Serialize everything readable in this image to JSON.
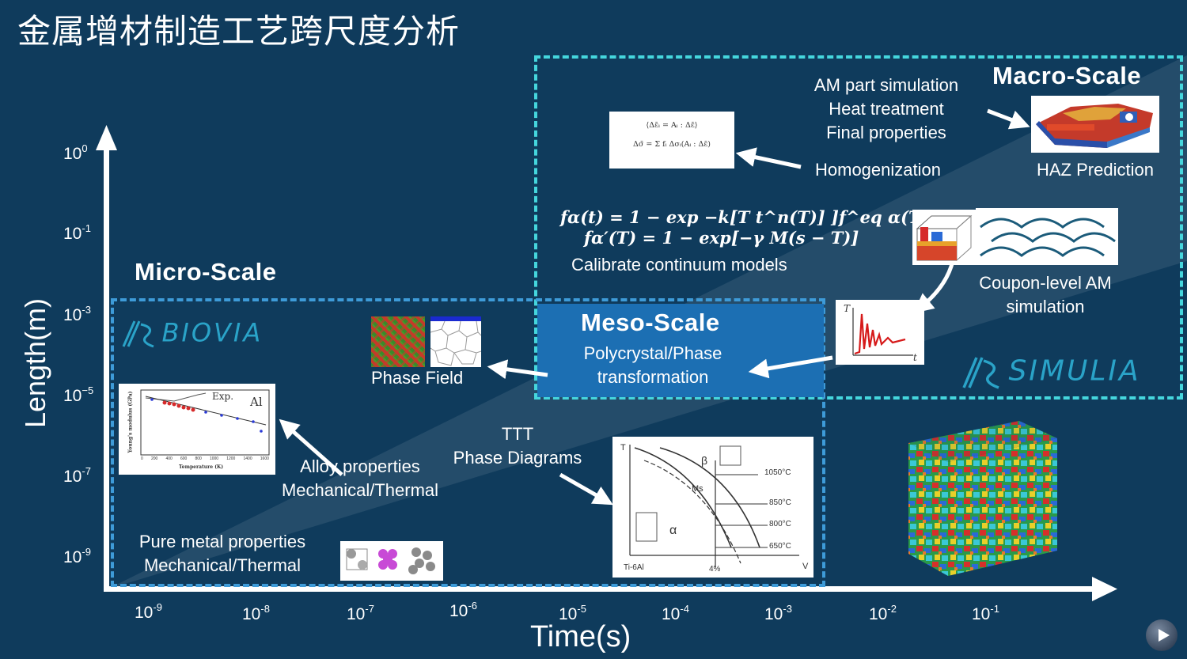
{
  "title": "金属增材制造工艺跨尺度分析",
  "axes": {
    "y_label": "Length(m)",
    "x_label": "Time(s)",
    "y_ticks": [
      {
        "base": "10",
        "exp": "0"
      },
      {
        "base": "10",
        "exp": "-1"
      },
      {
        "base": "10",
        "exp": "-3"
      },
      {
        "base": "10",
        "exp": "−5"
      },
      {
        "base": "10",
        "exp": "-7"
      },
      {
        "base": "10",
        "exp": "-9"
      }
    ],
    "x_ticks": [
      {
        "base": "10",
        "exp": "-9"
      },
      {
        "base": "10",
        "exp": "-8"
      },
      {
        "base": "10",
        "exp": "-7"
      },
      {
        "base": "10",
        "exp": "-6"
      },
      {
        "base": "10",
        "exp": "-5"
      },
      {
        "base": "10",
        "exp": "-4"
      },
      {
        "base": "10",
        "exp": "-3"
      },
      {
        "base": "10",
        "exp": "-2"
      },
      {
        "base": "10",
        "exp": "-1"
      }
    ]
  },
  "scales": {
    "macro": "Macro-Scale",
    "micro": "Micro-Scale",
    "meso": "Meso-Scale"
  },
  "brands": {
    "biovia": "BIOVIA",
    "simulia": "SIMULIA"
  },
  "labels": {
    "am_part_line1": "AM part simulation",
    "am_part_line2": "Heat treatment",
    "am_part_line3": "Final properties",
    "homogenization": "Homogenization",
    "haz_prediction": "HAZ Prediction",
    "calibrate": "Calibrate continuum models",
    "coupon_line1": "Coupon-level AM",
    "coupon_line2": "simulation",
    "meso_line1": "Polycrystal/Phase",
    "meso_line2": "transformation",
    "phase_field": "Phase Field",
    "ttt_line1": "TTT",
    "ttt_line2": "Phase Diagrams",
    "alloy_line1": "Alloy properties",
    "alloy_line2": "Mechanical/Thermal",
    "pure_line1": "Pure metal properties",
    "pure_line2": "Mechanical/Thermal"
  },
  "formulas": {
    "homog_line1": "⟨Δε̄ᵢ = Aᵢ : Δε̄⟩",
    "homog_line2": "Δσ̄ = Σ fᵢ Δσᵢ(Aᵢ : Δε̄)",
    "kjma_line1": "fα(t) = 1 − exp −k[T t^n(T)] ]f^eq α(T)",
    "kjma_line2": "fα′(T) = 1 − exp[−γ M(s − T)]"
  },
  "alloy_chart": {
    "legend_exp": "Exp.",
    "element": "Al",
    "xlabel": "Temperature (K)",
    "ylabel": "Young's modulus (GPa)",
    "x_ticks": [
      "0",
      "200",
      "400",
      "600",
      "800",
      "1000",
      "1200",
      "1400",
      "1600"
    ]
  },
  "ttt_chart": {
    "y_axis": "T",
    "x_axis": "V",
    "phase_beta": "β",
    "phase_alpha": "α",
    "ms": "Ms",
    "temps": [
      "1050°C",
      "850°C",
      "800°C",
      "650°C"
    ],
    "alloy": "Ti-6Al",
    "pct": "4%"
  },
  "thermal_plot": {
    "y_axis": "T",
    "x_axis": "t"
  },
  "colors": {
    "background": "#0f3b5c",
    "dashed_blue": "#3e9bd8",
    "dashed_cyan": "#45d6dd",
    "meso_fill": "#1c6fb3",
    "brand": "#2aa3c8"
  }
}
